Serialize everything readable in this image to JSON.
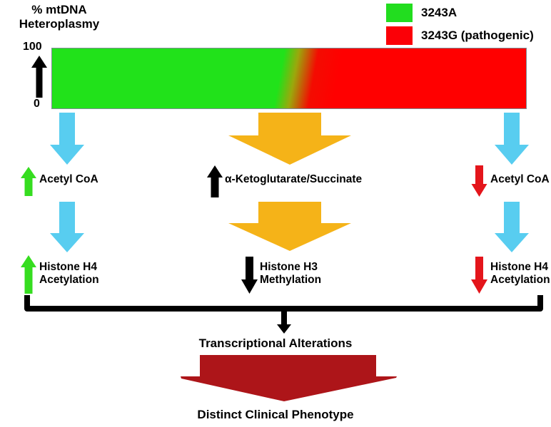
{
  "figure": {
    "axis_title": "% mtDNA Heteroplasmy",
    "axis_ticks": {
      "top": "100",
      "bottom": "0"
    },
    "legend": [
      {
        "label": "3243A",
        "color": "#22dd1f",
        "icon": "green-square-swatch"
      },
      {
        "label": "3243G (pathogenic)",
        "color": "#fb0007",
        "icon": "red-square-swatch"
      }
    ],
    "colors": {
      "green": "#22dd1f",
      "red": "#fb0007",
      "cyan_arrow": "#58cdf0",
      "orange_arrow": "#f5b318",
      "black": "#000000",
      "dark_red_arrow": "#ad1519",
      "bar_border": "#7f8c96"
    },
    "branches": [
      {
        "name": "left",
        "connector_icon": "cyan-down-arrow",
        "metabolite": {
          "text": "Acetyl CoA",
          "trend_icon": "green-up-arrow",
          "trend": "increase"
        },
        "histone": {
          "text": "Histone H4\nAcetylation",
          "line1": "Histone H4",
          "line2": "Acetylation",
          "trend_icon": "green-up-arrow",
          "trend": "increase"
        }
      },
      {
        "name": "middle",
        "connector_icon": "orange-down-arrow",
        "metabolite": {
          "text": "α-Ketoglutarate/Succinate",
          "trend_icon": "black-up-arrow",
          "trend": "increase"
        },
        "histone": {
          "text": "Histone H3\nMethylation",
          "line1": "Histone H3",
          "line2": "Methylation",
          "trend_icon": "black-down-arrow",
          "trend": "decrease"
        }
      },
      {
        "name": "right",
        "connector_icon": "cyan-down-arrow",
        "metabolite": {
          "text": "Acetyl CoA",
          "trend_icon": "red-down-arrow",
          "trend": "decrease"
        },
        "histone": {
          "text": "Histone H4\nAcetylation",
          "line1": "Histone H4",
          "line2": "Acetylation",
          "trend_icon": "red-down-arrow",
          "trend": "decrease"
        }
      }
    ],
    "outcome": {
      "transcriptional": "Transcriptional Alterations",
      "phenotype": "Distinct Clinical Phenotype",
      "bracket_icon": "merge-bracket",
      "final_arrow_icon": "dark-red-down-arrow"
    }
  }
}
